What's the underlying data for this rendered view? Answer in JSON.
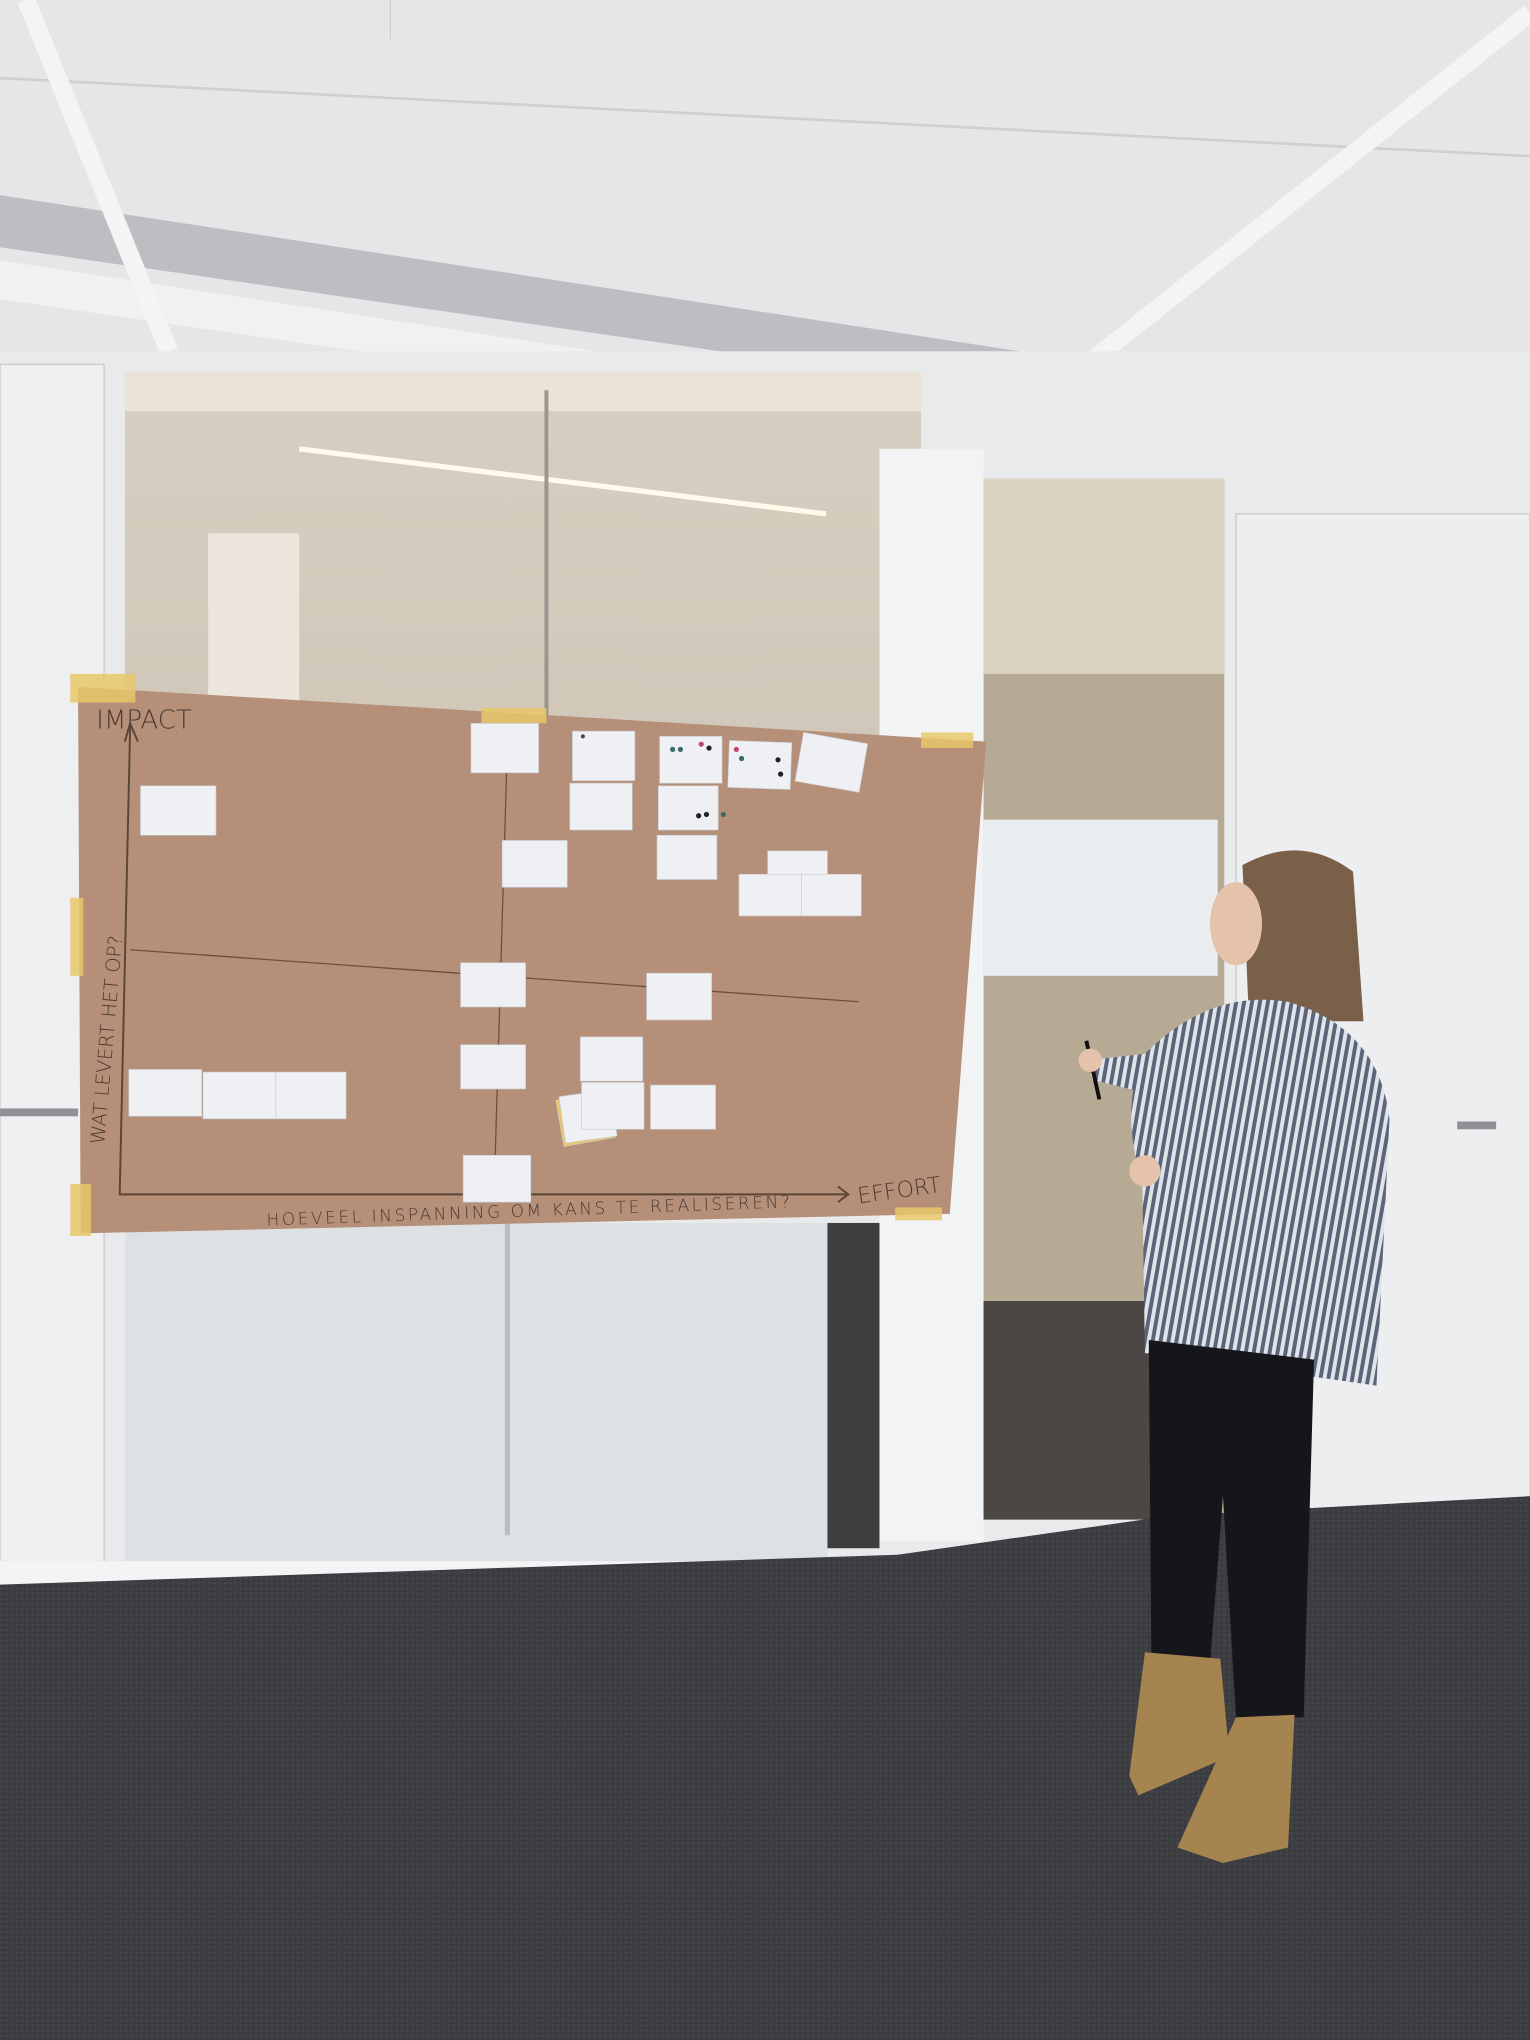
{
  "board": {
    "y_axis_title": "IMPACT",
    "y_axis_question": "WAT LEVERT HET OP?",
    "x_axis_title": "EFFORT",
    "x_axis_question": "HOEVEEL INSPANNING OM KANS TE REALISEREN?"
  },
  "colors": {
    "ceiling": "#e6e6e8",
    "wall": "#e9eaec",
    "paper": "#b58f78",
    "carpet": "#3b3c40",
    "card": "#eef0f4",
    "tape": "#e8c86a"
  }
}
